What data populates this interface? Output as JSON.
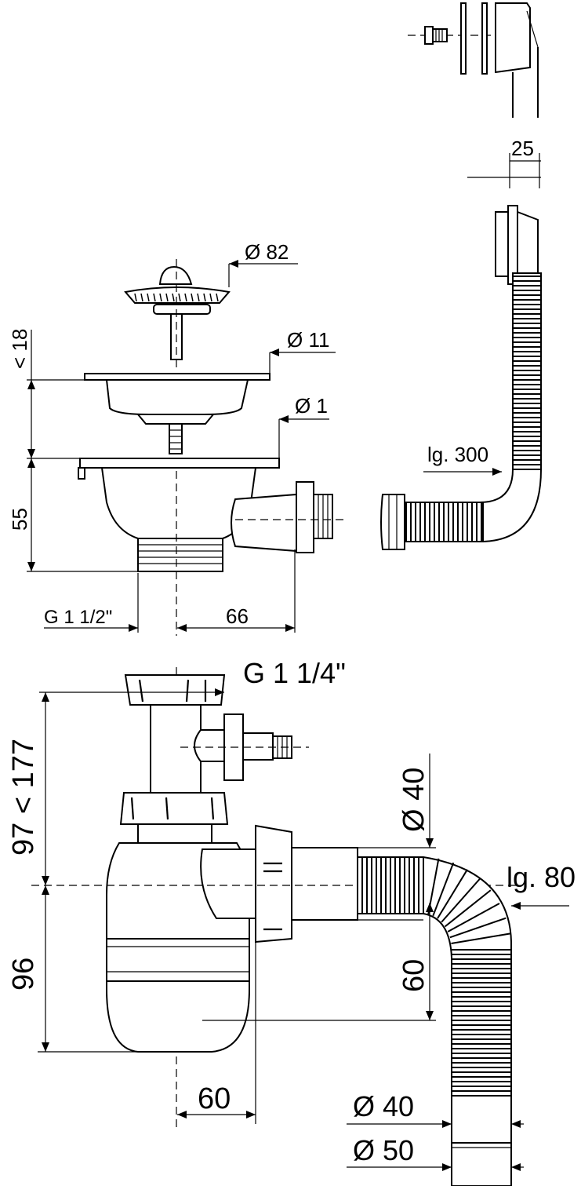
{
  "labels": {
    "d82": "Ø 82",
    "d11": "Ø 11",
    "d1": "Ø 1",
    "lt18": "< 18",
    "h55": "55",
    "g112": "G 1 1/2\"",
    "w66": "66",
    "w25": "25",
    "lg300": "lg. 300",
    "g114": "G 1 1/4\"",
    "h97_177": "97 < 177",
    "h96": "96",
    "d40_top": "Ø 40",
    "lg80": "lg. 80",
    "h60_vert": "60",
    "w60": "60",
    "d40_bottom": "Ø 40",
    "d50": "Ø 50"
  }
}
